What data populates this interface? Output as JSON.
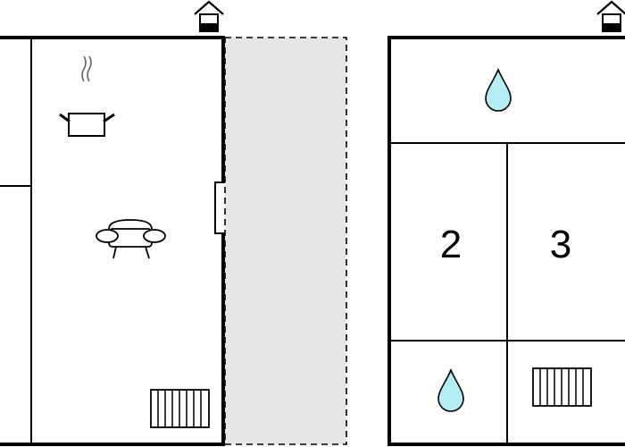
{
  "floor_plan": {
    "rooms": [
      {
        "id": "left-edge-upper",
        "label": ""
      },
      {
        "id": "left-edge-lower",
        "label": ""
      },
      {
        "id": "kitchen-living",
        "label": "",
        "icons": [
          "cooking-pot-icon",
          "sofa-icon",
          "radiator-icon"
        ]
      },
      {
        "id": "terrace",
        "label": ""
      },
      {
        "id": "bathroom-top",
        "label": "",
        "icons": [
          "water-drop-icon"
        ]
      },
      {
        "id": "bedroom-2",
        "label": "2"
      },
      {
        "id": "bedroom-3",
        "label": "3"
      },
      {
        "id": "bathroom-bottom",
        "label": "",
        "icons": [
          "water-drop-icon"
        ]
      },
      {
        "id": "utility",
        "label": "",
        "icons": [
          "radiator-icon"
        ]
      }
    ],
    "entrances": [
      "entrance-house-icon",
      "entrance-house-icon"
    ],
    "colors": {
      "wall": "#000000",
      "terrace_fill": "#e6e6e6",
      "water": "#b3eef2"
    }
  }
}
